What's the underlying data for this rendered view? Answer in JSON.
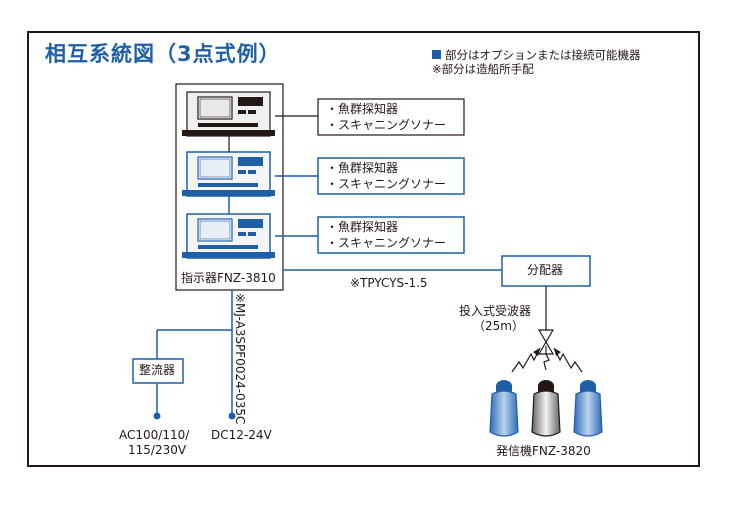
{
  "title": "相互系統図（3点式例）",
  "legend": {
    "option_note": "部分はオプションまたは接続可能機器",
    "shipyard_note": "※部分は造船所手配"
  },
  "display_unit_label": "指示器FNZ-3810",
  "connection_boxes": [
    {
      "line1": "・魚群探知器",
      "line2": "・スキャニングソナー"
    },
    {
      "line1": "・魚群探知器",
      "line2": "・スキャニングソナー"
    },
    {
      "line1": "・魚群探知器",
      "line2": "・スキャニングソナー"
    }
  ],
  "cable_label": "※TPYCYS-1.5",
  "distributor_label": "分配器",
  "receiver_label_1": "投入式受波器",
  "receiver_label_2": "（25m）",
  "power_cable_label": "※MJ-A3SPF0024-035C",
  "rectifier_label": "整流器",
  "ac_label_1": "AC100/110/",
  "ac_label_2": "115/230V",
  "dc_label": "DC12-24V",
  "transmitter_label": "発信機FNZ-3820",
  "colors": {
    "accent_blue": "#1f5fa8",
    "line_black": "#231815",
    "panel_gray": "#d9d9d9"
  }
}
